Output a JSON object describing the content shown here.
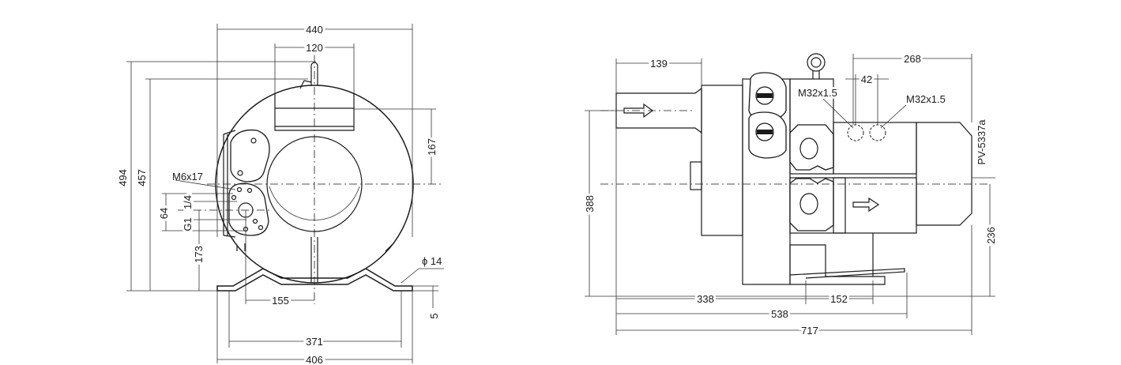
{
  "front_view": {
    "dimensions": {
      "overall_width": "440",
      "top_width": "120",
      "overall_height": "494",
      "height_457": "457",
      "center_to_top": "167",
      "bolt": "M6x17",
      "port_offset": "64",
      "thread_1": "1/4",
      "thread_2": "G1",
      "base_height": "173",
      "foot_offset": "155",
      "hole_diameter": "ϕ 14",
      "foot_thickness": "5",
      "hole_spacing": "371",
      "foot_width": "406"
    }
  },
  "side_view": {
    "dimensions": {
      "inlet_length": "139",
      "motor_length": "268",
      "gland_spacing": "42",
      "gland_1": "M32x1.5",
      "gland_2": "M32x1.5",
      "center_height": "388",
      "drawing_number": "PV-5337a",
      "shaft_height": "236",
      "length_338": "338",
      "hole_spacing": "152",
      "length_538": "538",
      "overall_length": "717"
    }
  }
}
